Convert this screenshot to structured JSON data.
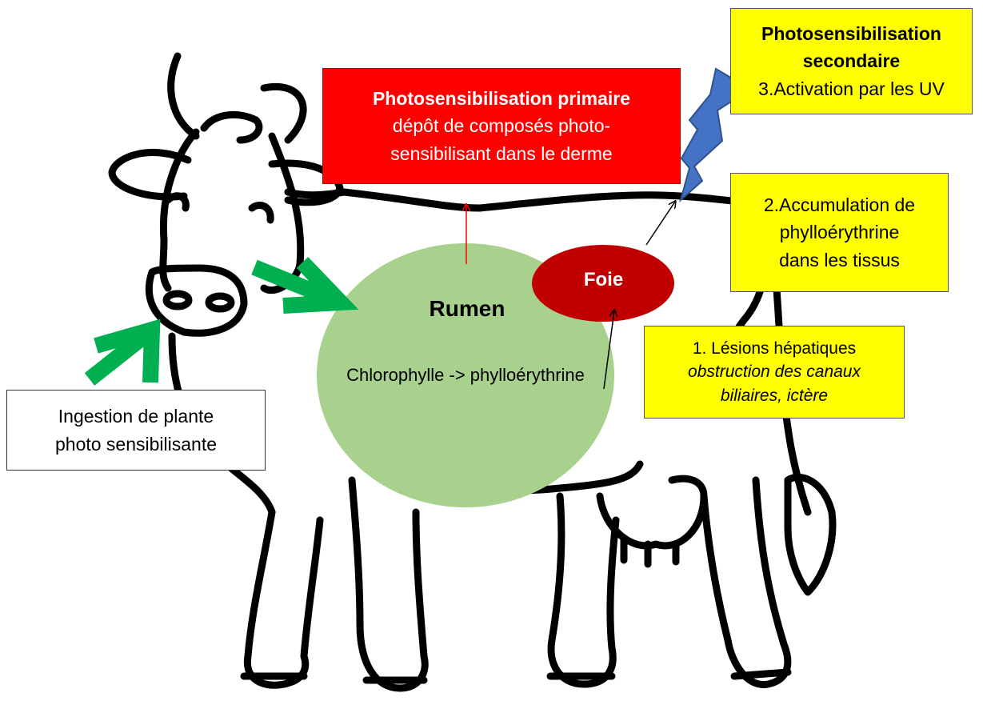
{
  "diagram": {
    "colors": {
      "primary_box": "#ff0000",
      "secondary_box": "#ffff00",
      "rumen": "#a9d18e",
      "foie": "#c00000",
      "green_arrows": "#00b050",
      "lightning": "#4472c4"
    },
    "primary": {
      "title": "Photosensibilisation primaire",
      "line1": "dépôt de composés photo-",
      "line2": "sensibilisant dans le derme"
    },
    "secondary": {
      "title_line1": "Photosensibilisation",
      "title_line2": "secondaire",
      "step": "3.Activation par les UV"
    },
    "accumulation": {
      "line1": "2.Accumulation de",
      "line2": "phylloérythrine",
      "line3": "dans les tissus"
    },
    "lesions": {
      "title": "1. Lésions hépatiques",
      "line1": "obstruction des canaux",
      "line2": "biliaires, ictère"
    },
    "ingestion": {
      "line1": "Ingestion de plante",
      "line2": "photo sensibilisante"
    },
    "rumen": {
      "title": "Rumen",
      "text": "Chlorophylle -> phylloérythrine"
    },
    "foie": {
      "label": "Foie"
    },
    "illustration": {
      "subject": "cow line drawing"
    }
  }
}
